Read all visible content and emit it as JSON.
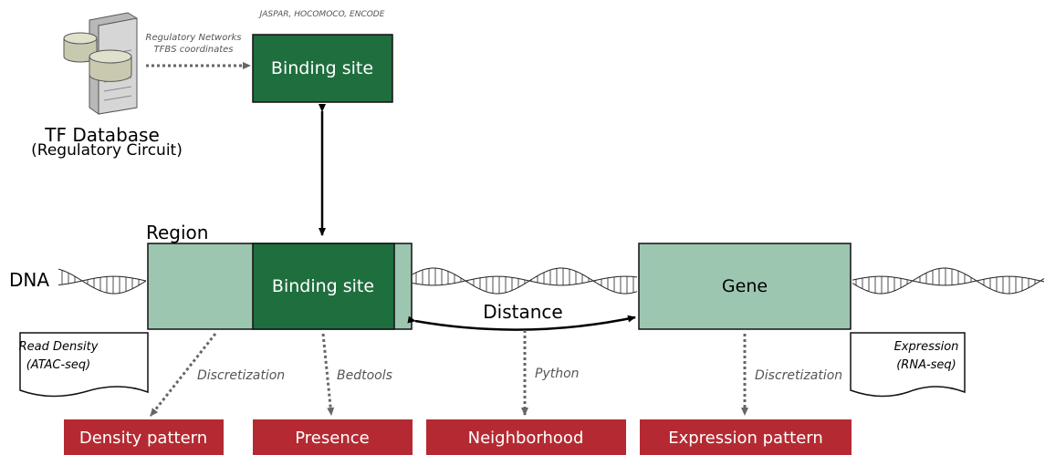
{
  "colors": {
    "dark_green": "#1f6e3e",
    "light_green": "#9dc6b1",
    "output_red": "#b52a32",
    "dotted_gray": "#666666"
  },
  "database": {
    "icon": "database-server-icon",
    "title": "TF Database",
    "subtitle": "(Regulatory Circuit)",
    "link_label_line1": "Regulatory Networks",
    "link_label_line2": "TFBS coordinates"
  },
  "sources": "JASPAR, HOCOMOCO, ENCODE",
  "top_binding_site": "Binding site",
  "dna": {
    "label": "DNA",
    "region_label": "Region",
    "binding_site_label": "Binding site",
    "gene_label": "Gene",
    "distance_label": "Distance"
  },
  "documents": {
    "left_line1": "Read Density",
    "left_line2": "(ATAC-seq)",
    "right_line1": "Expression",
    "right_line2": "(RNA-seq)"
  },
  "methods": {
    "density": "Discretization",
    "presence": "Bedtools",
    "neighborhood": "Python",
    "expression": "Discretization"
  },
  "outputs": [
    "Density pattern",
    "Presence",
    "Neighborhood",
    "Expression pattern"
  ]
}
